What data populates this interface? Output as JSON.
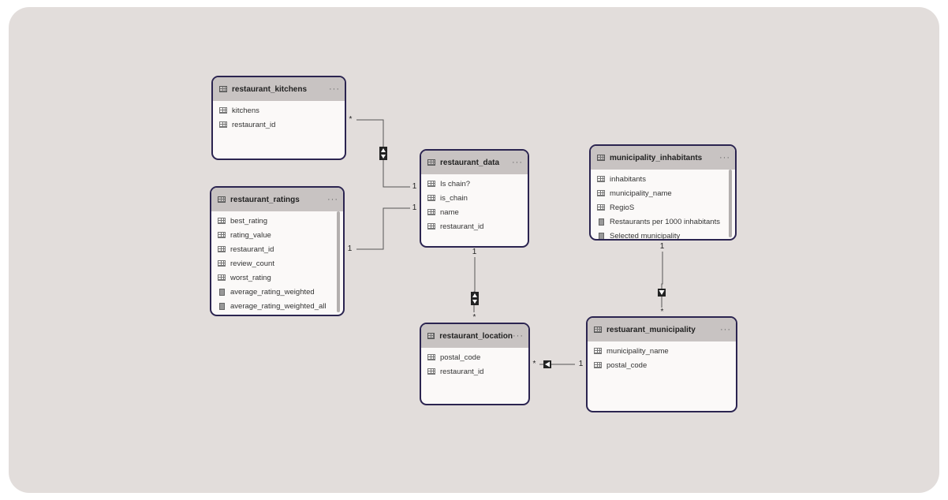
{
  "tables": [
    {
      "id": "restaurant_kitchens",
      "name": "restaurant_kitchens",
      "fields": [
        {
          "name": "kitchens",
          "kind": "column"
        },
        {
          "name": "restaurant_id",
          "kind": "column"
        }
      ]
    },
    {
      "id": "restaurant_ratings",
      "name": "restaurant_ratings",
      "fields": [
        {
          "name": "best_rating",
          "kind": "column"
        },
        {
          "name": "rating_value",
          "kind": "column"
        },
        {
          "name": "restaurant_id",
          "kind": "column"
        },
        {
          "name": "review_count",
          "kind": "column"
        },
        {
          "name": "worst_rating",
          "kind": "column"
        },
        {
          "name": "average_rating_weighted",
          "kind": "measure"
        },
        {
          "name": "average_rating_weighted_all",
          "kind": "measure"
        }
      ]
    },
    {
      "id": "restaurant_data",
      "name": "restaurant_data",
      "fields": [
        {
          "name": "Is chain?",
          "kind": "column"
        },
        {
          "name": "is_chain",
          "kind": "column"
        },
        {
          "name": "name",
          "kind": "column"
        },
        {
          "name": "restaurant_id",
          "kind": "column"
        }
      ]
    },
    {
      "id": "municipality_inhabitants",
      "name": "municipality_inhabitants",
      "fields": [
        {
          "name": "inhabitants",
          "kind": "column"
        },
        {
          "name": "municipality_name",
          "kind": "column"
        },
        {
          "name": "RegioS",
          "kind": "column"
        },
        {
          "name": "Restaurants per 1000 inhabitants",
          "kind": "measure"
        },
        {
          "name": "Selected municipality",
          "kind": "measure"
        }
      ]
    },
    {
      "id": "restaurant_location",
      "name": "restaurant_location",
      "fields": [
        {
          "name": "postal_code",
          "kind": "column"
        },
        {
          "name": "restaurant_id",
          "kind": "column"
        }
      ]
    },
    {
      "id": "restuarant_municipality",
      "name": "restuarant_municipality",
      "fields": [
        {
          "name": "municipality_name",
          "kind": "column"
        },
        {
          "name": "postal_code",
          "kind": "column"
        }
      ]
    }
  ],
  "menu_glyph": "···",
  "relationships": [
    {
      "from": "restaurant_kitchens",
      "to": "restaurant_data",
      "from_card": "*",
      "to_card": "1",
      "filter": "both"
    },
    {
      "from": "restaurant_ratings",
      "to": "restaurant_data",
      "from_card": "1",
      "to_card": "1",
      "filter": "none"
    },
    {
      "from": "restaurant_data",
      "to": "restaurant_location",
      "from_card": "1",
      "to_card": "*",
      "filter": "both"
    },
    {
      "from": "municipality_inhabitants",
      "to": "restuarant_municipality",
      "from_card": "1",
      "to_card": "*",
      "filter": "single-down"
    },
    {
      "from": "restuarant_municipality",
      "to": "restaurant_location",
      "from_card": "1",
      "to_card": "*",
      "filter": "single-left"
    }
  ]
}
